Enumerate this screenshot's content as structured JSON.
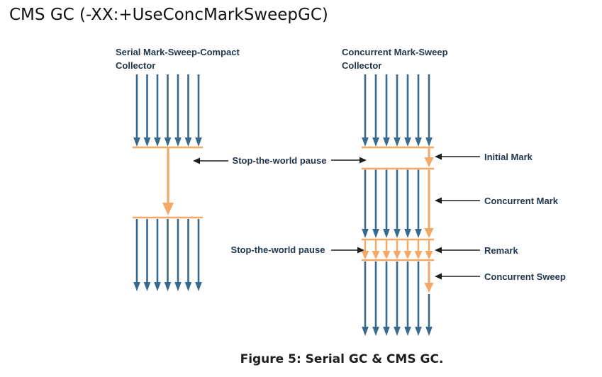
{
  "title": "CMS GC (-XX:+UseConcMarkSweepGC)",
  "figure": {
    "caption": "Figure 5: Serial GC & CMS GC."
  },
  "diagram": {
    "left": {
      "heading": "Serial Mark-Sweep-Compact\nCollector",
      "app_thread_count": 7
    },
    "right": {
      "heading": "Concurrent Mark-Sweep\nCollector",
      "app_thread_count": 7
    },
    "labels": {
      "stop_the_world_pause_top": "Stop-the-world pause",
      "stop_the_world_pause_bottom": "Stop-the-world pause",
      "initial_mark": "Initial Mark",
      "concurrent_mark": "Concurrent Mark",
      "remark": "Remark",
      "concurrent_sweep": "Concurrent Sweep"
    },
    "colors": {
      "app_thread_blue": "#38698F",
      "gc_event_orange": "#F5A765",
      "label_navy": "#21374D",
      "pointer_black": "#1E1E1E"
    }
  }
}
